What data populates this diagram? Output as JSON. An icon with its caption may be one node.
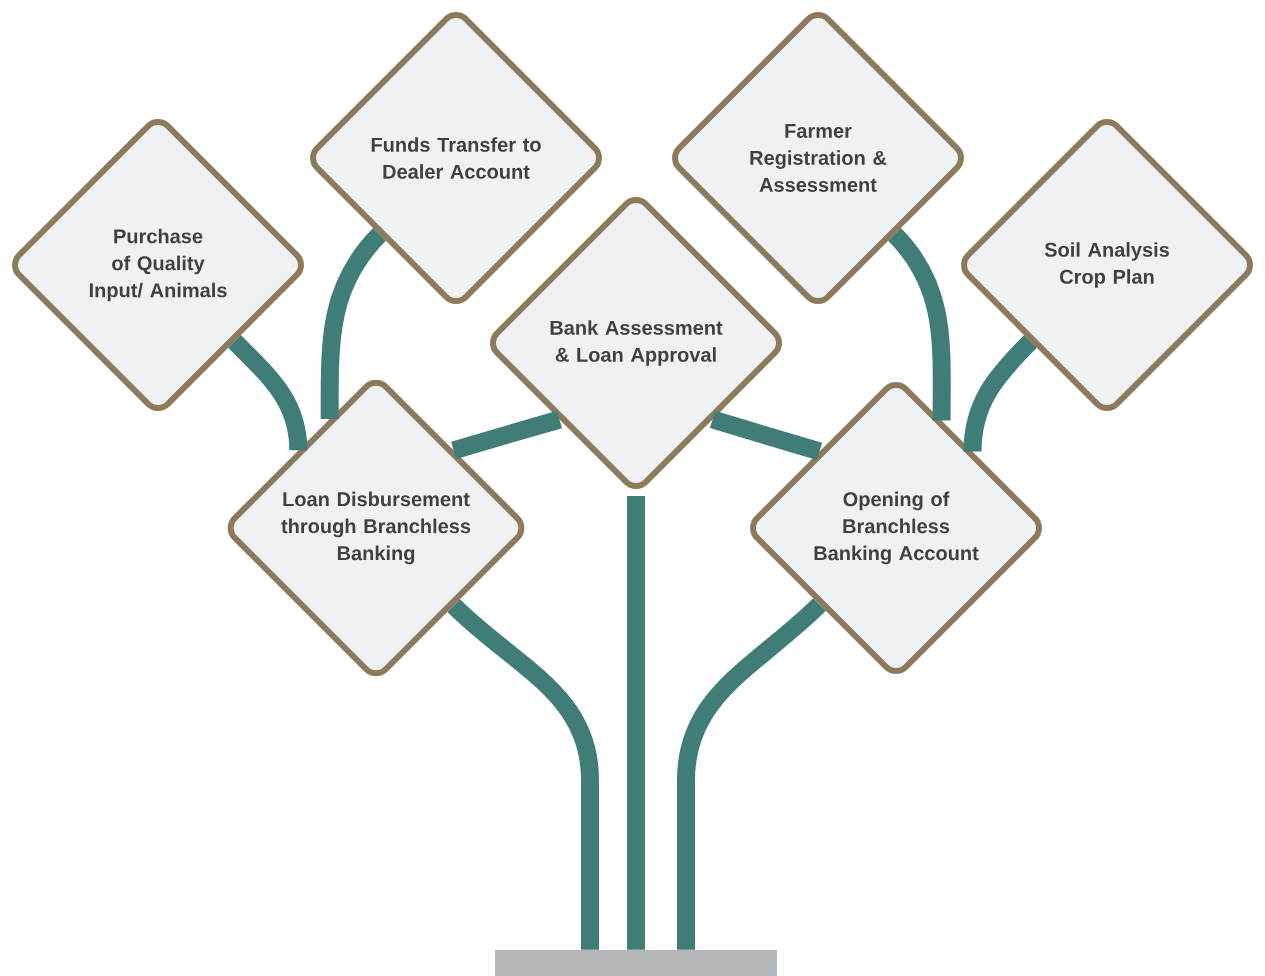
{
  "diagram": {
    "nodes": [
      {
        "text": [
          "Purchase of Quality Input/ Animals"
        ]
      },
      {
        "text": [
          "Funds Transfer to Dealer Account"
        ]
      },
      {
        "text": [
          "Farmer Registration & Assessment"
        ]
      },
      {
        "text": [
          "Soil Analysis Crop Plan"
        ]
      },
      {
        "text": [
          "Bank Assessment & Loan Approval"
        ]
      },
      {
        "text": [
          "Loan Disbursement through Branchless Banking"
        ]
      },
      {
        "text": [
          "Opening of Branchless Banking Account"
        ]
      },
      {
        "text": [],
        "shape": "bar"
      }
    ],
    "edges": [
      {
        "from": 7,
        "to": 5,
        "arrow": "none"
      },
      {
        "from": 7,
        "to": 4,
        "arrow": "none"
      },
      {
        "from": 7,
        "to": 6,
        "arrow": "none"
      },
      {
        "from": 5,
        "to": 0,
        "arrow": "none"
      },
      {
        "from": 5,
        "to": 1,
        "arrow": "none"
      },
      {
        "from": 5,
        "to": 4,
        "arrow": "none"
      },
      {
        "from": 4,
        "to": 6,
        "arrow": "none"
      },
      {
        "from": 6,
        "to": 2,
        "arrow": "none"
      },
      {
        "from": 6,
        "to": 3,
        "arrow": "none"
      }
    ]
  }
}
